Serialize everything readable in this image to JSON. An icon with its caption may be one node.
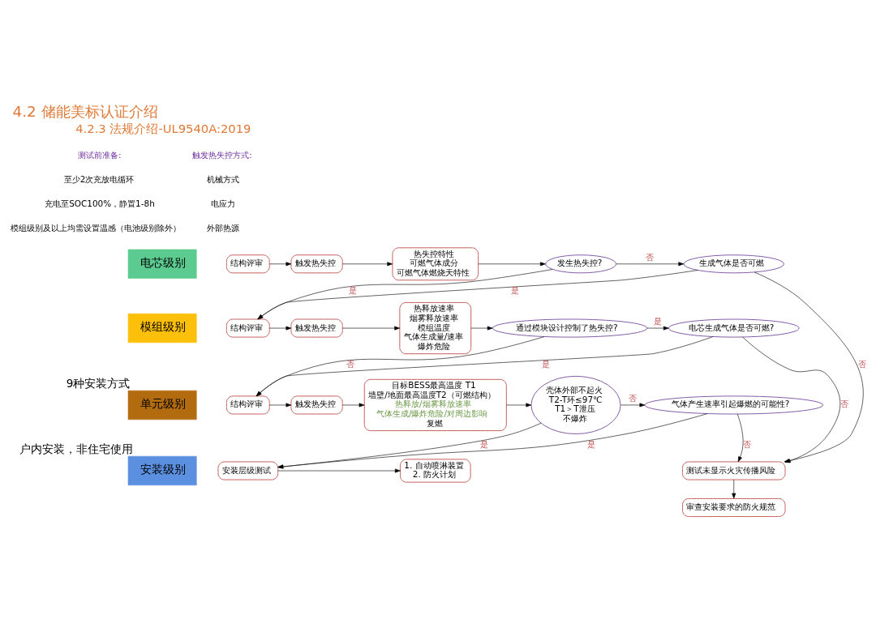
{
  "diagram": {
    "title": "4.2 储能美标认证介绍",
    "nodes": [
      {
        "text": [
          "电芯级别"
        ]
      },
      {
        "text": [
          "模组级别"
        ]
      },
      {
        "text": [
          "单元级别"
        ],
        "beside": [
          "9种安装方式"
        ]
      },
      {
        "text": [
          "安装级别"
        ],
        "beside": [
          "户内安装，非住宅使用"
        ]
      },
      {
        "text": [
          "结构评审"
        ]
      },
      {
        "text": [
          "触发热失控"
        ]
      },
      {
        "text": [
          "热失控特性",
          "可燃气体成分",
          "可燃气体燃烧天特性"
        ]
      },
      {
        "text": [
          "发生热失控?"
        ]
      },
      {
        "text": [
          "生成气体是否可燃"
        ]
      },
      {
        "text": [
          "结构评审"
        ]
      },
      {
        "text": [
          "触发热失控"
        ]
      },
      {
        "text": [
          "热释放速率",
          "烟雾释放速率",
          "模组温度",
          "气体生成量/速率",
          "爆炸危险"
        ]
      },
      {
        "text": [
          "通过模块设计控制了热失控?"
        ]
      },
      {
        "text": [
          "电芯生成气体是否可燃?"
        ]
      },
      {
        "text": [
          "结构评审"
        ]
      },
      {
        "text": [
          "触发热失控"
        ]
      },
      {
        "text": [
          "目标BESS最高温度 T1",
          "墙壁/地面最高温度T2（可燃结构）",
          "热释放/烟雾释放速率",
          "气体生成/爆炸危险/对周边影响",
          "复燃"
        ]
      },
      {
        "text": [
          "壳体外部不起火",
          "T2-T环≤97℃",
          "T1＞T泄压",
          "不爆炸"
        ]
      },
      {
        "text": [
          "气体产生速率引起爆燃的可能性?"
        ]
      },
      {
        "text": [
          "安装层级测试"
        ]
      },
      {
        "text": [
          "1. 自动喷淋装置",
          "2. 防火计划"
        ]
      },
      {
        "text": [
          "测试未显示火灾传播风险"
        ]
      },
      {
        "text": [
          "审查安装要求的防火规范"
        ]
      }
    ],
    "edges": [
      {
        "from": 4,
        "to": 5,
        "arrow": "to"
      },
      {
        "from": 5,
        "to": 6,
        "arrow": "to"
      },
      {
        "from": 6,
        "to": 7,
        "arrow": "to"
      },
      {
        "from": 7,
        "to": 8,
        "arrow": "to",
        "label": "否"
      },
      {
        "from": 7,
        "to": 9,
        "arrow": "to",
        "label": "是"
      },
      {
        "from": 8,
        "to": 9,
        "arrow": "to",
        "label": "是"
      },
      {
        "from": 8,
        "to": 21,
        "arrow": "to",
        "label": "否"
      },
      {
        "from": 9,
        "to": 10,
        "arrow": "to"
      },
      {
        "from": 10,
        "to": 11,
        "arrow": "to"
      },
      {
        "from": 11,
        "to": 12,
        "arrow": "to"
      },
      {
        "from": 12,
        "to": 13,
        "arrow": "to",
        "label": "是"
      },
      {
        "from": 12,
        "to": 14,
        "arrow": "to",
        "label": "否"
      },
      {
        "from": 13,
        "to": 14,
        "arrow": "to",
        "label": "是"
      },
      {
        "from": 13,
        "to": 21,
        "arrow": "to",
        "label": "否"
      },
      {
        "from": 14,
        "to": 15,
        "arrow": "to"
      },
      {
        "from": 15,
        "to": 16,
        "arrow": "to"
      },
      {
        "from": 16,
        "to": 17,
        "arrow": "to"
      },
      {
        "from": 17,
        "to": 18,
        "arrow": "to",
        "label": "否"
      },
      {
        "from": 17,
        "to": 19,
        "arrow": "to",
        "label": "是"
      },
      {
        "from": 18,
        "to": 19,
        "arrow": "to",
        "label": "是"
      },
      {
        "from": 18,
        "to": 21,
        "arrow": "to",
        "label": "否"
      },
      {
        "from": 19,
        "to": 20,
        "arrow": "to"
      },
      {
        "from": 21,
        "to": 22,
        "arrow": "to"
      }
    ],
    "labels": [
      "4.2.3 法规介绍-UL9540A:2019",
      "测试前准备:",
      "至少2次充放电循环",
      "充电至SOC100%，静置1-8h",
      "模组级别及以上均需设置温感（电池级别除外）",
      "触发热失控方式:",
      "机械方式",
      "电应力",
      "外部热源"
    ]
  }
}
